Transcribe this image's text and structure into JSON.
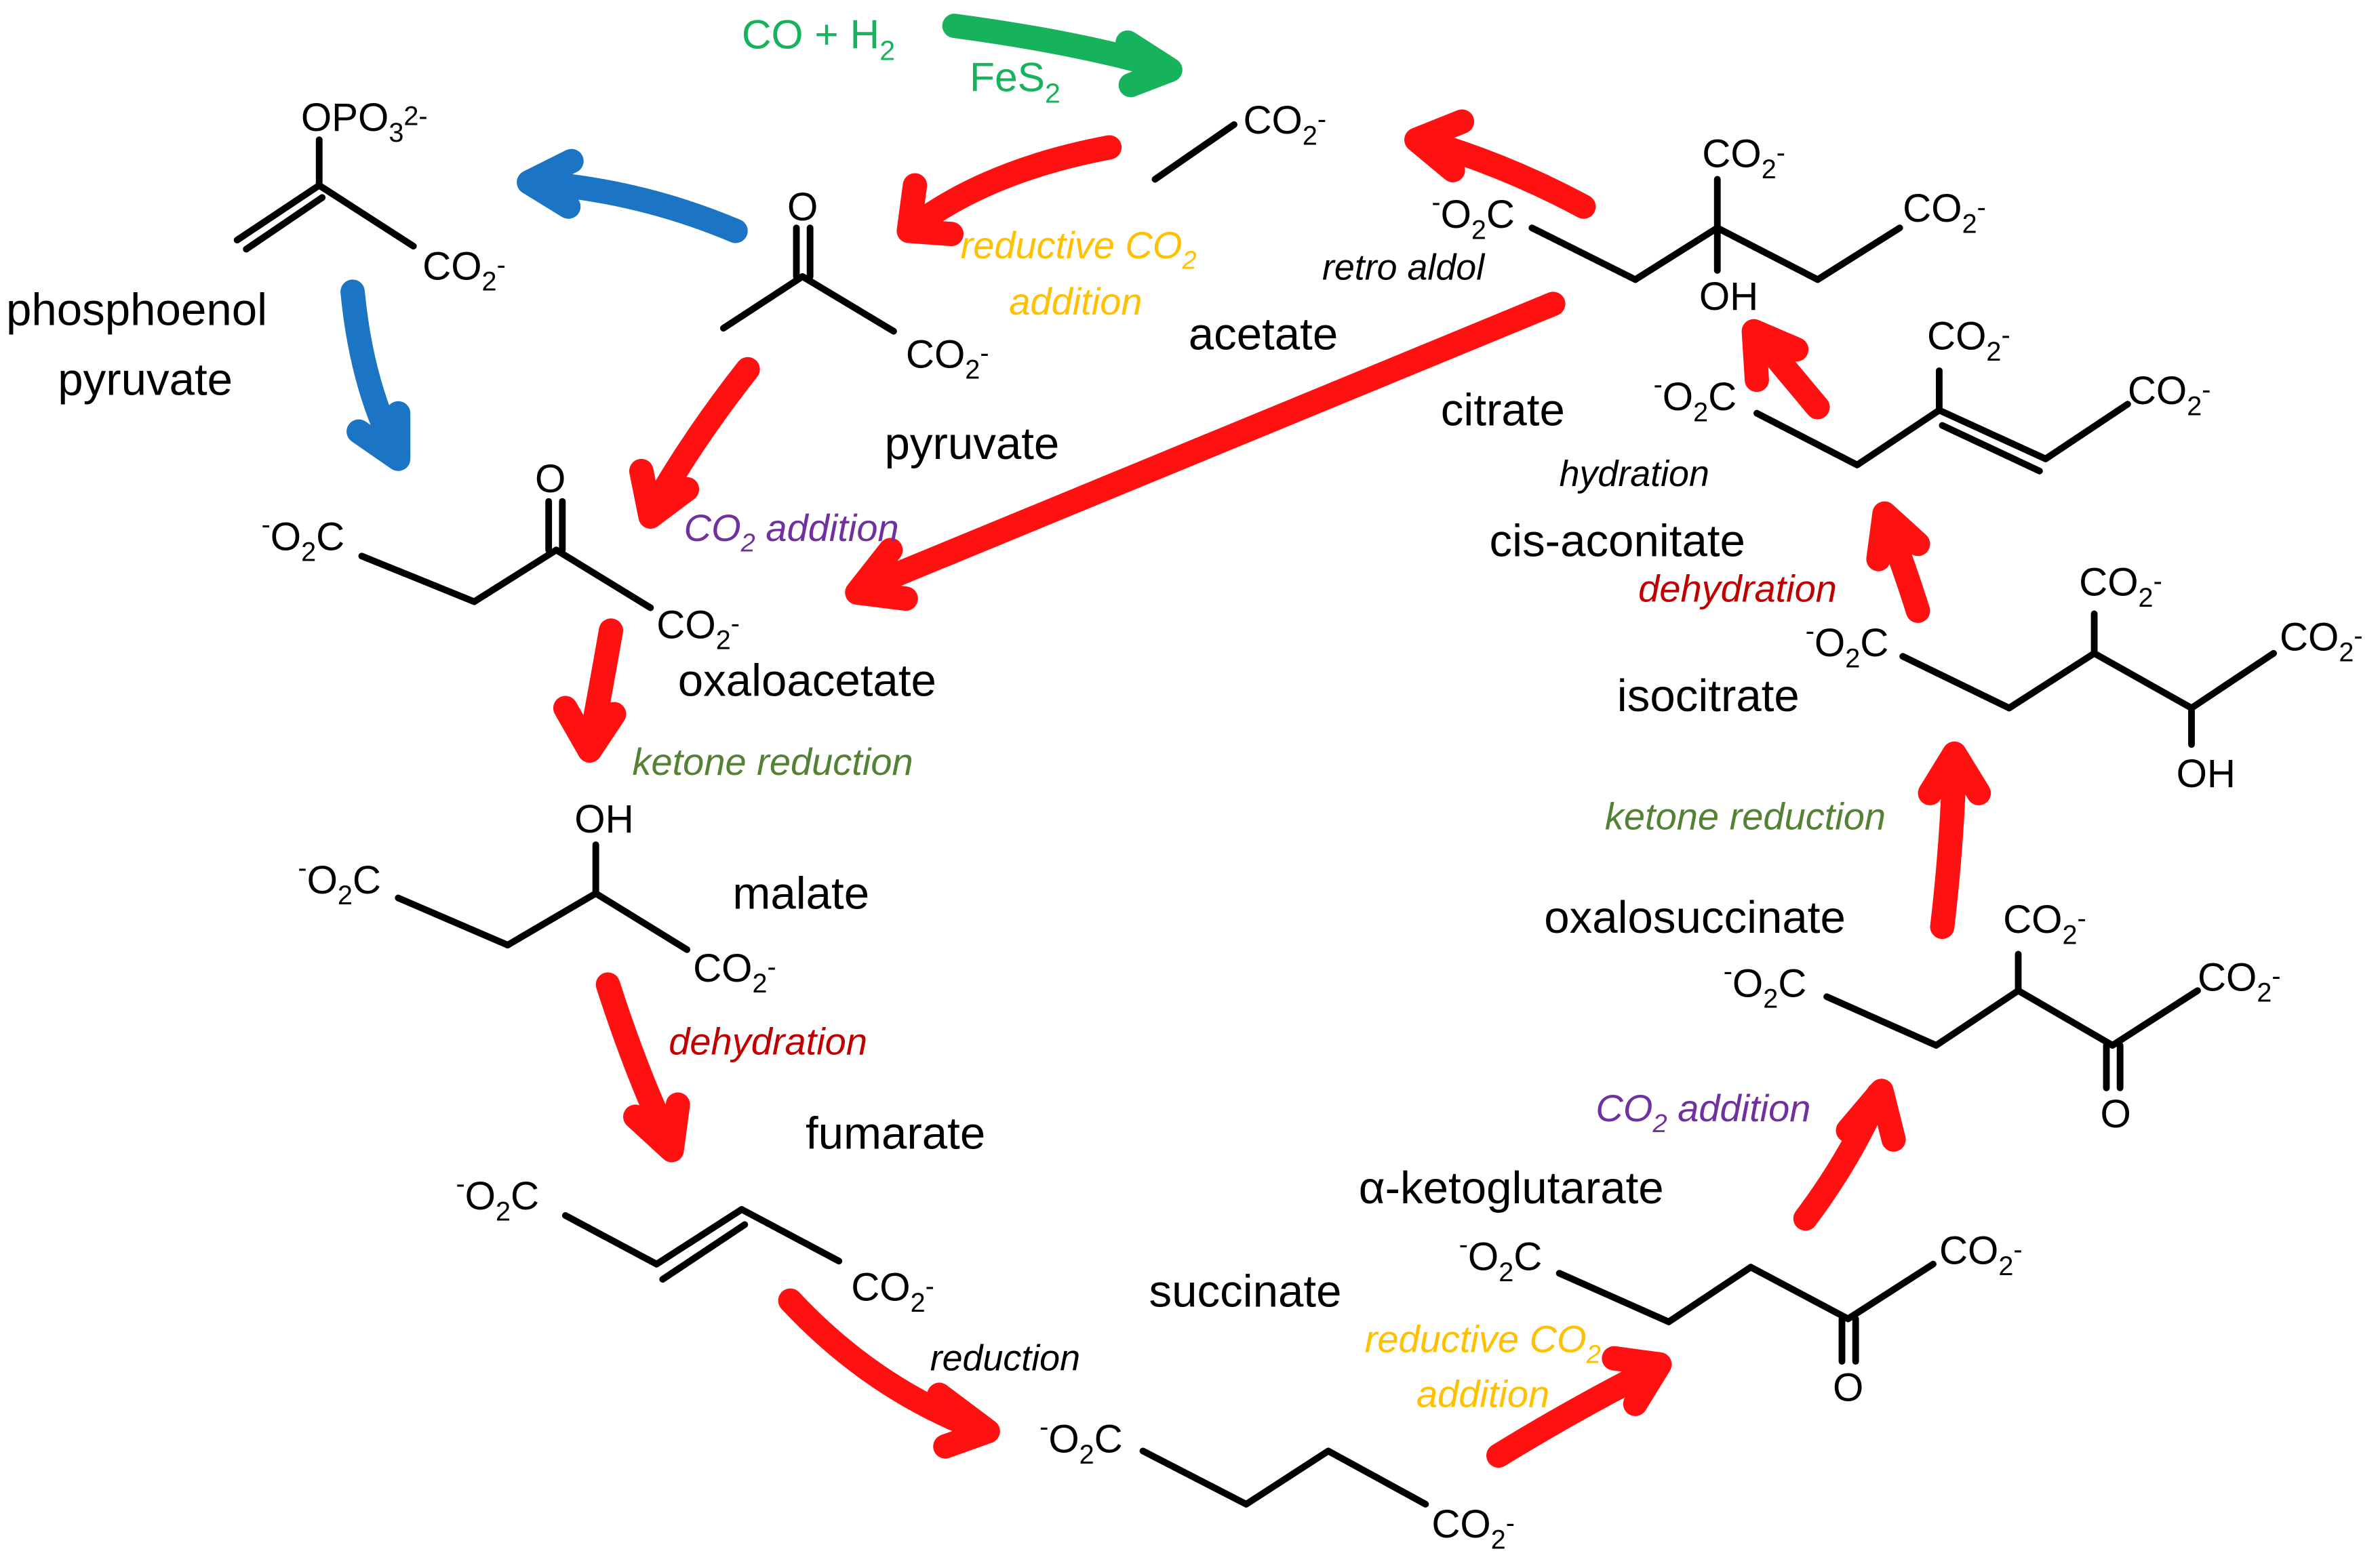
{
  "colors": {
    "cycle_arrow": "#ff1111",
    "side_arrow": "#1b74c4",
    "feed_arrow": "#17b35c",
    "reductive_co2_addition": "#ffc000",
    "co2_addition": "#7030a0",
    "ketone_reduction": "#548235",
    "dehydration": "#c00000",
    "plain_step": "#000000"
  },
  "feed": {
    "reactants": "CO + H",
    "reactants_sub": "2",
    "catalyst": "FeS",
    "catalyst_sub": "2"
  },
  "groups": {
    "co2": "CO",
    "co2_sub": "2",
    "co2_sup": "-",
    "o2c_sup": "-",
    "o2c_o": "O",
    "o2c_sub": "2",
    "o2c_c": "C",
    "oxo": "O",
    "oh": "OH",
    "opo3": "OPO",
    "opo3_sub": "3",
    "opo3_sup": "2-"
  },
  "compounds": {
    "acetate": "acetate",
    "pyruvate": "pyruvate",
    "pep_line1": "phosphoenol",
    "pep_line2": "pyruvate",
    "oxaloacetate": "oxaloacetate",
    "malate": "malate",
    "fumarate": "fumarate",
    "succinate": "succinate",
    "akg_prefix": "α",
    "akg_rest": "-ketoglutarate",
    "oxalosuccinate": "oxalosuccinate",
    "isocitrate": "isocitrate",
    "cis_aconitate": "cis-aconitate",
    "citrate": "citrate"
  },
  "steps": {
    "reductive_co2_1a": "reductive CO",
    "reductive_co2_1b": "addition",
    "co2_addition_1": "CO",
    "co2_addition_1b": " addition",
    "ketone_reduction_1": "ketone reduction",
    "dehydration_1": "dehydration",
    "reduction": "reduction",
    "reductive_co2_2a": "reductive CO",
    "reductive_co2_2b": "addition",
    "co2_addition_2": "CO",
    "co2_addition_2b": " addition",
    "ketone_reduction_2": "ketone reduction",
    "dehydration_2": "dehydration",
    "hydration": "hydration",
    "retro_aldol": "retro aldol",
    "sub2": "2"
  }
}
